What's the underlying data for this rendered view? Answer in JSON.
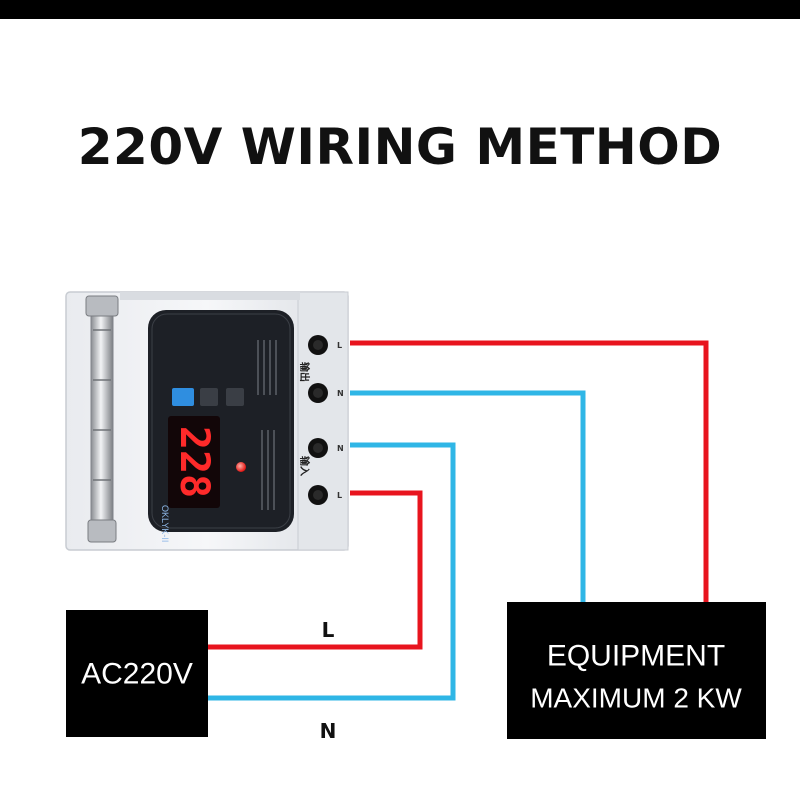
{
  "title": "220V WIRING METHOD",
  "colors": {
    "live_wire": "#e8141e",
    "neutral_wire": "#2fb6e6",
    "box_fill": "#000000",
    "box_text": "#ffffff"
  },
  "source_box": {
    "label": "AC220V"
  },
  "equipment_box": {
    "line1": "EQUIPMENT",
    "line2": "MAXIMUM 2 KW"
  },
  "wire_labels": {
    "live": "L",
    "neutral": "N"
  },
  "controller": {
    "model": "OKLYK-II",
    "display_value": "228",
    "output_label": "输出",
    "input_label": "输入",
    "terminals": [
      "L",
      "N",
      "N",
      "L"
    ],
    "indicator_icon": "red-led-icon",
    "antenna_icon": "telescopic-antenna-icon"
  }
}
